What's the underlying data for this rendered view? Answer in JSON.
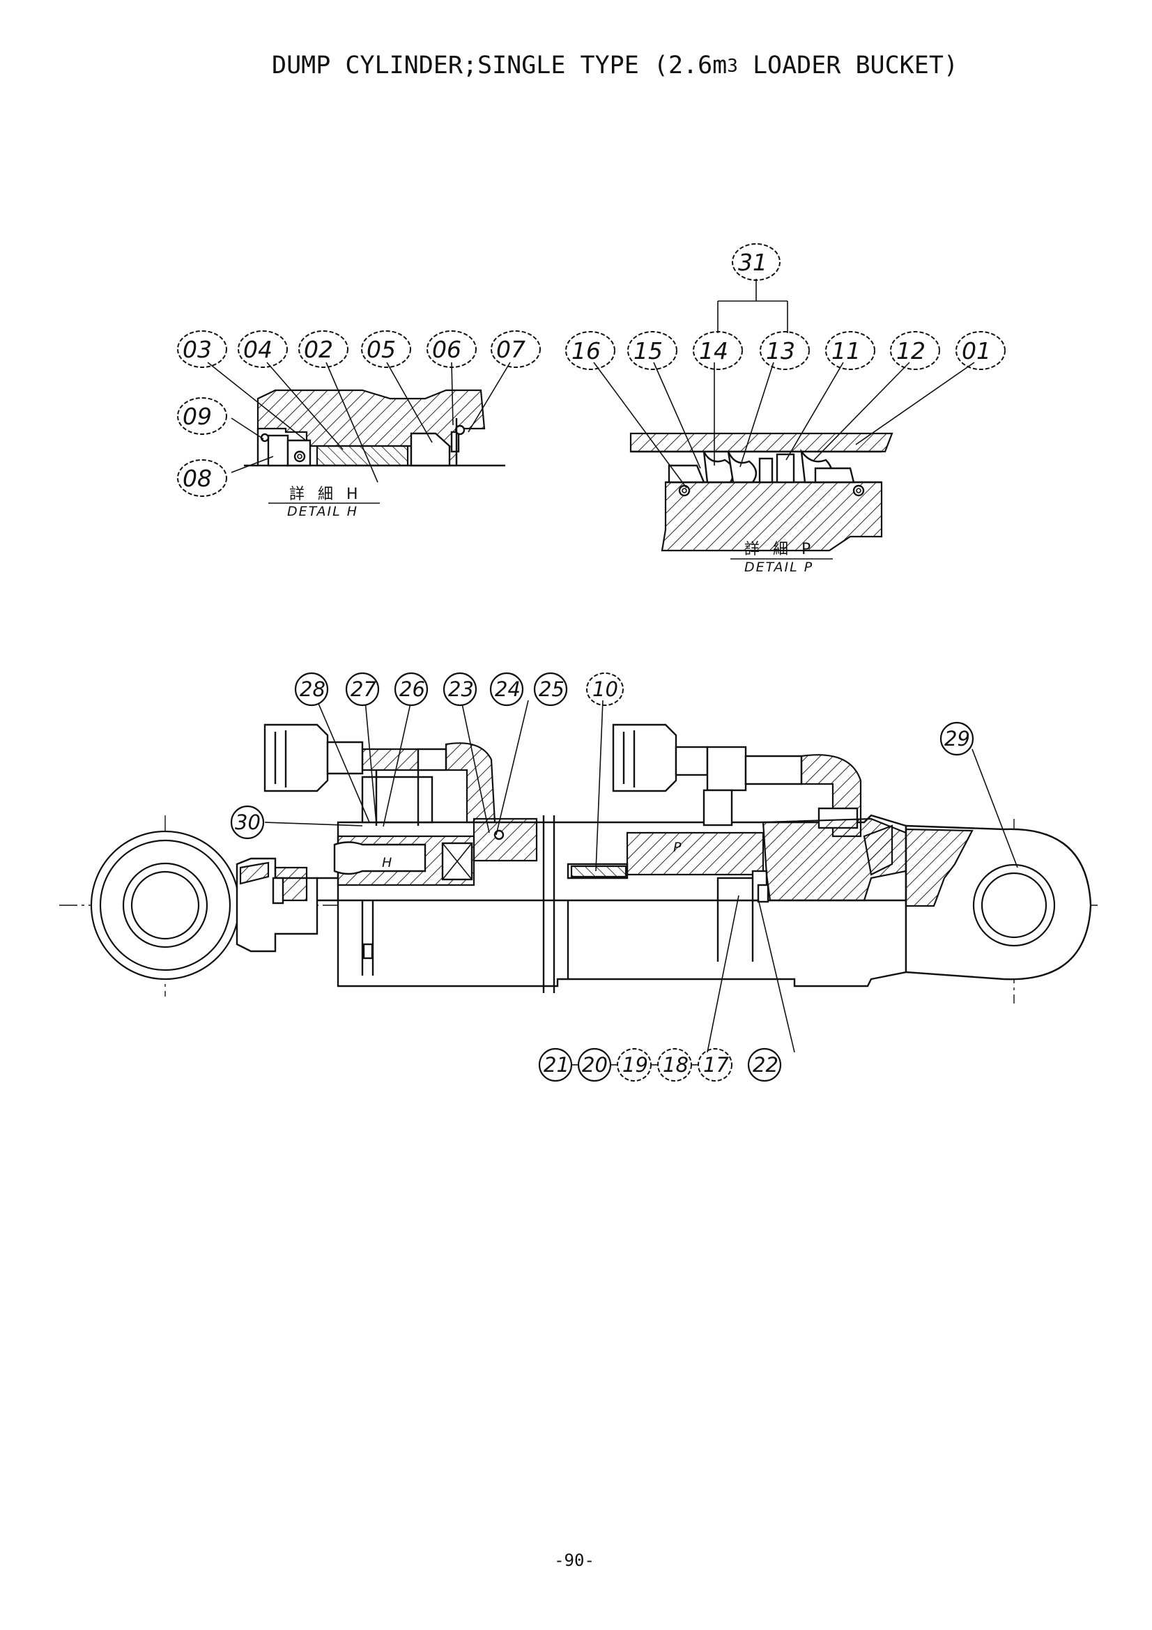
{
  "title": {
    "main": "DUMP CYLINDER;SINGLE TYPE (2.6m",
    "superscript": "3",
    "suffix": " LOADER BUCKET)"
  },
  "detail_h": {
    "label_jp": "詳 細 H",
    "label_en": "DETAIL H",
    "callouts": [
      "03",
      "04",
      "02",
      "05",
      "06",
      "07",
      "09",
      "08"
    ]
  },
  "detail_p": {
    "label_jp": "詳 細 P",
    "label_en": "DETAIL P",
    "group_callout": "31",
    "callouts": [
      "16",
      "15",
      "14",
      "13",
      "11",
      "12",
      "01"
    ]
  },
  "assembly": {
    "top_callouts": [
      "28",
      "27",
      "26",
      "23",
      "24",
      "25",
      "10"
    ],
    "side_callouts": [
      "30",
      "29"
    ],
    "bottom_callouts": [
      "21",
      "20",
      "19",
      "18",
      "17",
      "22"
    ],
    "section_marks": [
      "H",
      "P"
    ]
  },
  "footer": {
    "page_number": "-90-"
  }
}
